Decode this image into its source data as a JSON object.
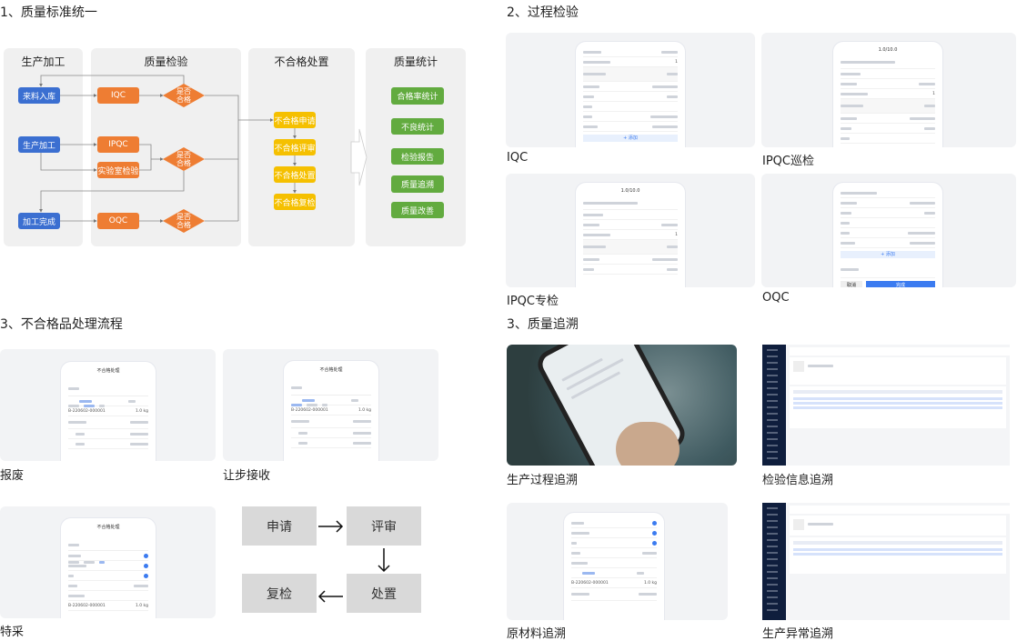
{
  "sections": {
    "s1": "1、质量标准统一",
    "s2": "2、过程检验",
    "s3": "3、不合格品处理流程",
    "s4": "3、质量追溯"
  },
  "flow": {
    "panels": [
      "生产加工",
      "质量检验",
      "不合格处置",
      "质量统计"
    ],
    "production": [
      "来料入库",
      "生产加工",
      "加工完成"
    ],
    "inspection": [
      "IQC",
      "IPQC",
      "实验室检验",
      "OQC"
    ],
    "decision": "是否合格",
    "nonconform": [
      "不合格申请",
      "不合格评审",
      "不合格处置",
      "不合格复检"
    ],
    "stats": [
      "合格率统计",
      "不良统计",
      "检验报告",
      "质量追溯",
      "质量改善"
    ]
  },
  "process_cards": [
    {
      "label": "IQC"
    },
    {
      "label": "IPQC巡检",
      "phone_title": "1.0/10.0"
    },
    {
      "label": "IPQC专检",
      "phone_title": "1.0/10.0"
    },
    {
      "label": "OQC",
      "cancel": "取消",
      "done": "完成"
    }
  ],
  "phone_common": {
    "add": "+ 添加",
    "batch": "B-220602-000001",
    "weight": "1.0 kg",
    "qty": "1"
  },
  "ncr_cards": [
    {
      "label": "报废",
      "phone_title": "不合格处理"
    },
    {
      "label": "让步接收",
      "phone_title": "不合格处理"
    },
    {
      "label": "特采",
      "phone_title": "不合格处理"
    }
  ],
  "ncr_flow": [
    "申请",
    "评审",
    "处置",
    "复检"
  ],
  "trace_cards": [
    "生产过程追溯",
    "检验信息追溯",
    "原材料追溯",
    "生产异常追溯"
  ],
  "colors": {
    "blue": "#3b6fd1",
    "orange": "#ee7d33",
    "yellow": "#f5c000",
    "green": "#62ab3f"
  }
}
